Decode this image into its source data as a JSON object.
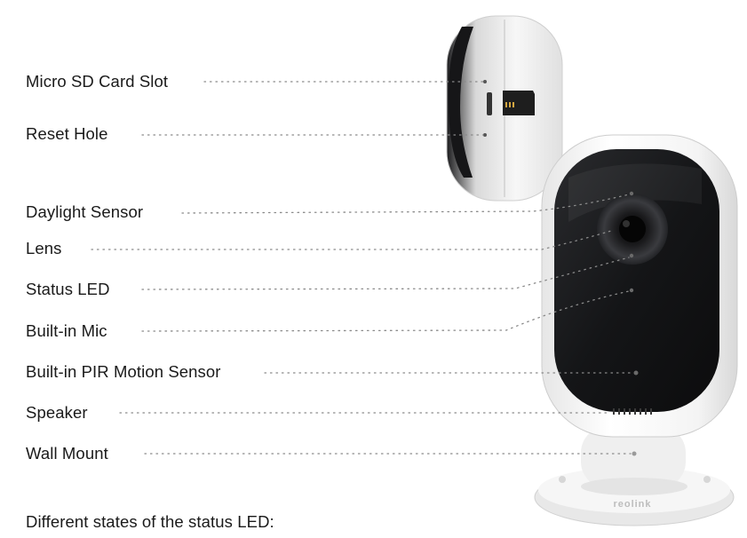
{
  "labels": [
    {
      "key": "sd",
      "text": "Micro SD Card Slot"
    },
    {
      "key": "reset",
      "text": "Reset Hole"
    },
    {
      "key": "daylight",
      "text": "Daylight Sensor"
    },
    {
      "key": "lens",
      "text": "Lens"
    },
    {
      "key": "led",
      "text": "Status LED"
    },
    {
      "key": "mic",
      "text": "Built-in Mic"
    },
    {
      "key": "pir",
      "text": "Built-in PIR Motion Sensor"
    },
    {
      "key": "speaker",
      "text": "Speaker"
    },
    {
      "key": "mount",
      "text": "Wall Mount"
    }
  ],
  "footer": "Different states of the status LED:",
  "brand": "reolink",
  "colors": {
    "text": "#1a1a1a",
    "leader": "#8a8a8a",
    "body": "#f3f3f3",
    "face": "#111214"
  }
}
